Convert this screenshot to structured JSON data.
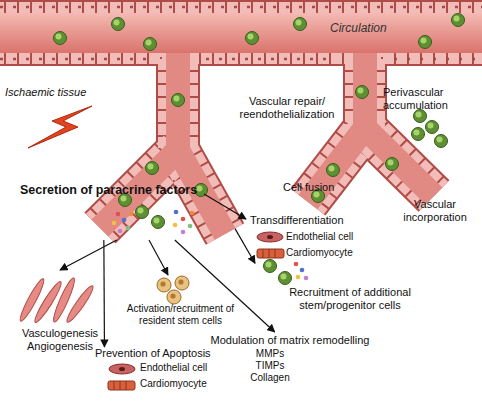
{
  "diagram": {
    "nodes": [
      {
        "text": [
          "Secretion of paracrine factors"
        ]
      },
      {
        "text": [
          "Transdifferentiation",
          "Endothelial cell",
          "Cardiomyocyte"
        ]
      },
      {
        "text": [
          "Recruitment of additional stem/progenitor cells"
        ]
      },
      {
        "text": [
          "Vasculogenesis Angiogenesis"
        ]
      },
      {
        "text": [
          "Activation/recruitment of resident stem cells"
        ]
      },
      {
        "text": [
          "Prevention of Apoptosis",
          "Endothelial cell",
          "Cardiomyocyte"
        ]
      },
      {
        "text": [
          "Modulation of matrix remodelling",
          "MMPs",
          "TIMPs",
          "Collagen"
        ]
      }
    ],
    "edges": [
      {
        "from": 0,
        "to": 3,
        "arrow": "to"
      },
      {
        "from": 0,
        "to": 5,
        "arrow": "to"
      },
      {
        "from": 0,
        "to": 4,
        "arrow": "to"
      },
      {
        "from": 0,
        "to": 6,
        "arrow": "to"
      },
      {
        "from": 0,
        "to": 2,
        "arrow": "to"
      }
    ],
    "labels": [
      "Circulation",
      "Ischaemic tissue",
      "Perivascular accumulation",
      "Vascular repair/ reendothelialization",
      "Cell fusion",
      "Vascular incorporation"
    ]
  }
}
